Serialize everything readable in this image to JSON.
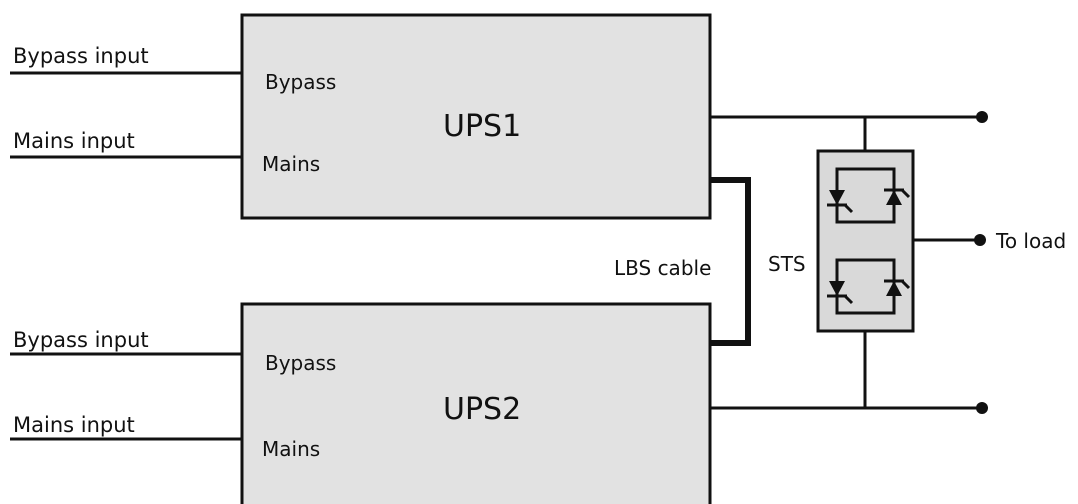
{
  "ups1": {
    "name": "UPS1",
    "bypass_port": "Bypass",
    "mains_port": "Mains",
    "bypass_input": "Bypass input",
    "mains_input": "Mains input"
  },
  "ups2": {
    "name": "UPS2",
    "bypass_port": "Bypass",
    "mains_port": "Mains",
    "bypass_input": "Bypass input",
    "mains_input": "Mains input"
  },
  "lbs_cable_label": "LBS cable",
  "sts_label": "STS",
  "load_label": "To load"
}
